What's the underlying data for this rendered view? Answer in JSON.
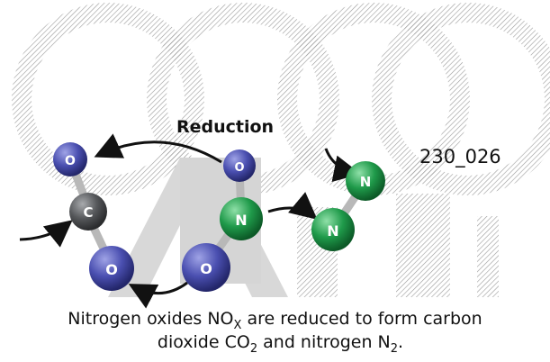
{
  "diagram": {
    "reduction_label": "Reduction",
    "figure_id": "230_026",
    "watermark": "Audi",
    "atoms": {
      "o_top_left": "O",
      "carbon": "C",
      "o_bottom_left": "O",
      "o_top_right": "O",
      "nitrogen_bonded": "N",
      "o_bottom_right": "O",
      "n2_top": "N",
      "n2_bottom": "N"
    },
    "caption_line1": {
      "prefix": "Nitrogen oxides NO",
      "subscript": "X",
      "suffix": " are reduced to form carbon"
    },
    "caption_line2": {
      "prefix": "dioxide CO",
      "subscript1": "2",
      "middle": " and nitrogen N",
      "subscript2": "2",
      "suffix": "."
    },
    "colors": {
      "oxygen": "#4a4fb0",
      "carbon": "#55575a",
      "nitrogen": "#1f9a4a",
      "bond": "#b8b8b8",
      "watermark": "#cfcfcf"
    }
  }
}
